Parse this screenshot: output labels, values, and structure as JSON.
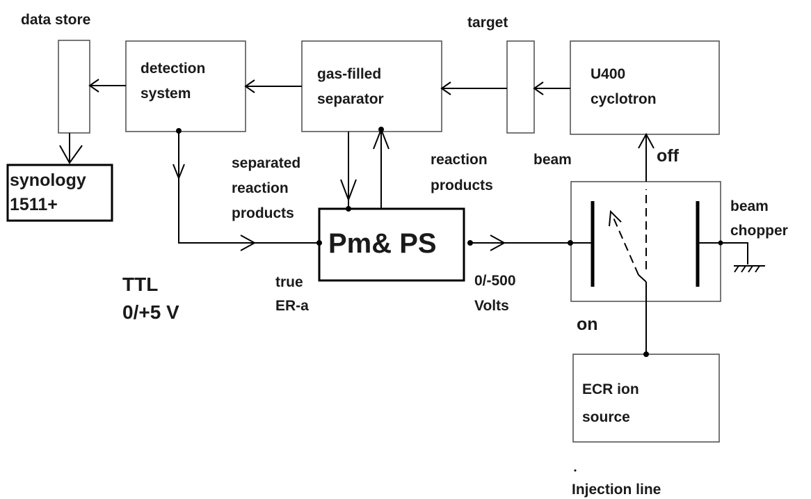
{
  "labels": {
    "data_store": "data store",
    "target": "target",
    "detection_line1": "detection",
    "detection_line2": "system",
    "separator_line1": "gas-filled",
    "separator_line2": "separator",
    "cyclotron_line1": "U400",
    "cyclotron_line2": "cyclotron",
    "synology_line1": "synology",
    "synology_line2": "1511+",
    "separated_line1": "separated",
    "separated_line2": "reaction",
    "separated_line3": "products",
    "reaction_line1": "reaction",
    "reaction_line2": "products",
    "beam": "beam",
    "off": "off",
    "beam_chopper_line1": "beam",
    "beam_chopper_line2": "chopper",
    "pm_ps": "Pm& PS",
    "ttl_line1": "TTL",
    "ttl_line2": "0/+5 V",
    "true_line1": "true",
    "true_line2": "ER-a",
    "volts_line1": "0/-500",
    "volts_line2": "Volts",
    "on": "on",
    "ecr_line1": "ECR ion",
    "ecr_line2": "source",
    "injection_line": "Injection line"
  },
  "colors": {
    "line": "#000000",
    "box_border": "#555555",
    "text": "#1a1a1a",
    "background": "#ffffff"
  }
}
